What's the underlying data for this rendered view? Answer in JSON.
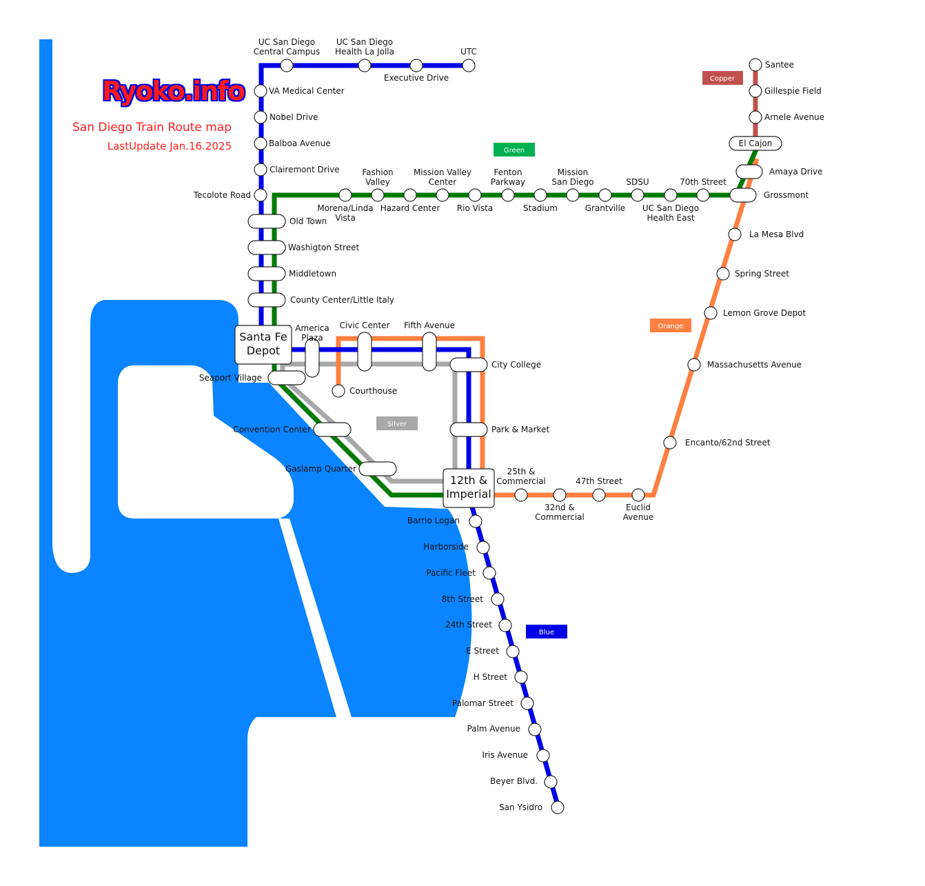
{
  "header": {
    "brand": "Ryoko.info",
    "title": "San Diego Train Route map",
    "last_update": "LastUpdate Jan.16.2025"
  },
  "colors": {
    "water": "#0a84ff",
    "blue": "#0000e6",
    "green": "#007a00",
    "orange": "#ff8040",
    "silver": "#a8a8a8",
    "copper": "#c0504d",
    "green_tag": "#00b050"
  },
  "lines": {
    "copper": "Copper",
    "green": "Green",
    "orange": "Orange",
    "silver": "Silver",
    "blue": "Blue"
  },
  "stations": {
    "ucsd_central": [
      "UC San Diego",
      "Central Campus"
    ],
    "ucsd_health_lj": [
      "UC San Diego",
      "Health La Jolla"
    ],
    "executive_drive": "Executive Drive",
    "utc": "UTC",
    "va_medical": "VA Medical Center",
    "nobel_drive": "Nobel Drive",
    "balboa_avenue": "Balboa Avenue",
    "clairemont_drive": "Clairemont Drive",
    "tecolote_road": "Tecolote Road",
    "old_town": "Old Town",
    "washington_street": "Washigton Street",
    "middletown": "Middletown",
    "county_center": "County Center/Little Italy",
    "santa_fe_depot": [
      "Santa Fe",
      "Depot"
    ],
    "america_plaza": [
      "America",
      "Plaza"
    ],
    "civic_center": "Civic Center",
    "fifth_avenue": "Fifth Avenue",
    "city_college": "City College",
    "courthouse": "Courthouse",
    "seaport_village": "Seaport Village",
    "convention_center": "Convention Center",
    "gaslamp_quarter": "Gaslamp Quarter",
    "park_market": "Park & Market",
    "twelfth_imperial": [
      "12th &",
      "Imperial"
    ],
    "morena_linda_vista": [
      "Morena/Linda",
      "Vista"
    ],
    "fashion_valley": [
      "Fashion",
      "Valley"
    ],
    "hazard_center": "Hazard Center",
    "mission_valley_center": [
      "Mission Valley",
      "Center"
    ],
    "rio_vista": "Rio Vista",
    "fenton_parkway": [
      "Fenton",
      "Parkway"
    ],
    "stadium": "Stadium",
    "mission_san_diego": [
      "Mission",
      "San Diego"
    ],
    "grantville": "Grantville",
    "sdsu": "SDSU",
    "ucsd_health_east": [
      "UC San Diego",
      "Health East"
    ],
    "seventieth_street": "70th Street",
    "grossmont": "Grossmont",
    "amaya_drive": "Amaya Drive",
    "el_cajon": "El Cajon",
    "arnele_avenue": "Arnele Avenue",
    "gillespie_field": "Gillespie Field",
    "santee": "Santee",
    "la_mesa_blvd": "La Mesa Blvd",
    "spring_street": "Spring Street",
    "lemon_grove_depot": "Lemon Grove Depot",
    "massachusetts_avenue": "Massachusetts Avenue",
    "encanto": "Encanto/62nd Street",
    "euclid_avenue": [
      "Euclid",
      "Avenue"
    ],
    "forty_seventh_street": "47th Street",
    "thirty_second_commercial": [
      "32nd &",
      "Commercial"
    ],
    "twenty_fifth_commercial": [
      "25th &",
      "Commercial"
    ],
    "barrio_logan": "Barrio Logan",
    "harborside": "Harborside",
    "pacific_fleet": "Pacific Fleet",
    "eighth_street": "8th Street",
    "twenty_fourth_street": "24th Street",
    "e_street": "E Street",
    "h_street": "H Street",
    "palomar_street": "Palomar Street",
    "palm_avenue": "Palm Avenue",
    "iris_avenue": "Iris Avenue",
    "beyer_blvd": "Beyer Blvd.",
    "san_ysidro": "San Ysidro"
  }
}
